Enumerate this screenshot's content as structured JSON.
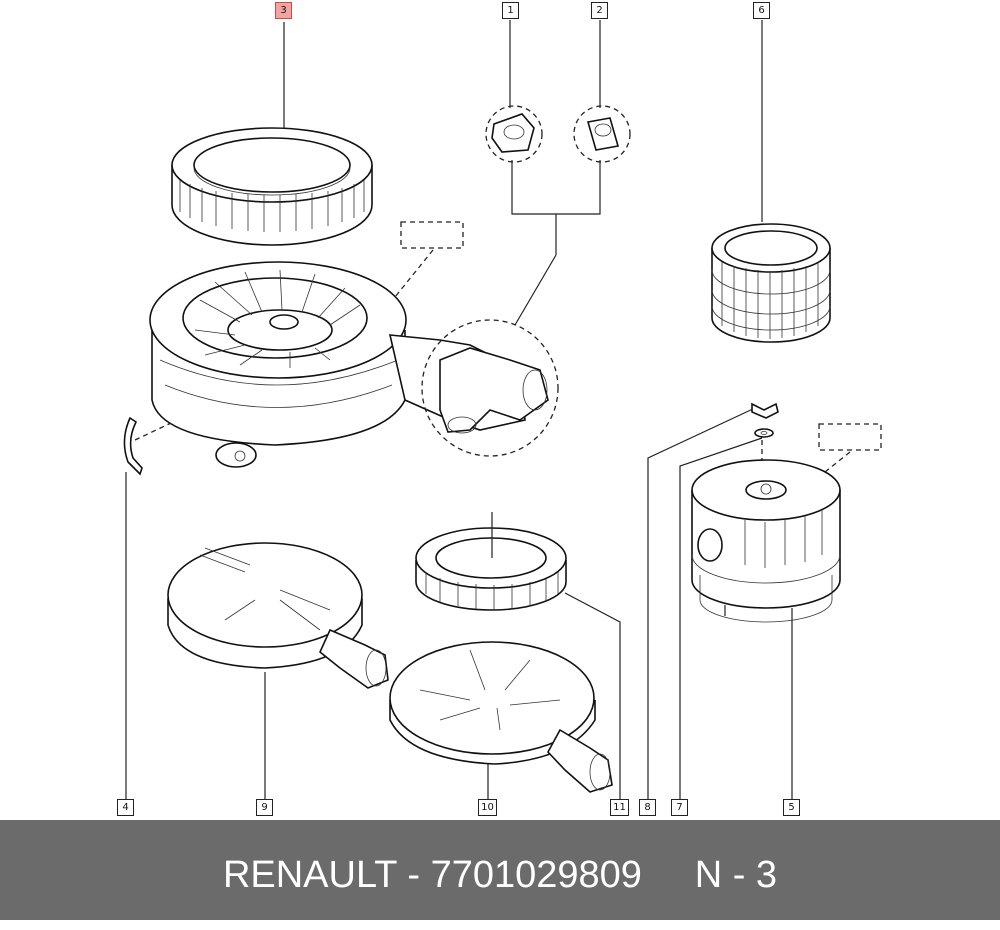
{
  "footer": {
    "brand": "RENAULT",
    "part_number": "7701029809",
    "page_ref": "N - 3",
    "text": "RENAULT - 7701029809     N - 3"
  },
  "callouts": [
    {
      "id": "3",
      "label": "3",
      "selected": true
    },
    {
      "id": "1",
      "label": "1",
      "selected": false
    },
    {
      "id": "2",
      "label": "2",
      "selected": false
    },
    {
      "id": "6",
      "label": "6",
      "selected": false
    },
    {
      "id": "4",
      "label": "4",
      "selected": false
    },
    {
      "id": "9",
      "label": "9",
      "selected": false
    },
    {
      "id": "10",
      "label": "10",
      "selected": false
    },
    {
      "id": "11",
      "label": "11",
      "selected": false
    },
    {
      "id": "8",
      "label": "8",
      "selected": false
    },
    {
      "id": "7",
      "label": "7",
      "selected": false
    },
    {
      "id": "5",
      "label": "5",
      "selected": false
    }
  ],
  "colors": {
    "selected_callout": "#f4a3a3",
    "footer_bg": "#6b6b6b",
    "footer_text": "#ffffff"
  }
}
